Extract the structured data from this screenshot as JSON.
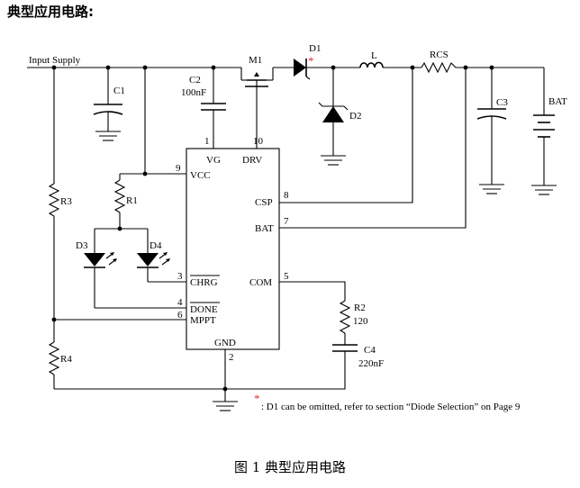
{
  "heading": "典型应用电路:",
  "caption": "图 1    典型应用电路",
  "labels": {
    "input_supply": "Input Supply",
    "C1": "C1",
    "C2": "C2",
    "C2_value": "100nF",
    "M1": "M1",
    "D1": "D1",
    "D1_mark": "*",
    "D2": "D2",
    "L": "L",
    "Rcs": "RCS",
    "C3": "C3",
    "BAT_node": "BAT",
    "R1": "R1",
    "R2": "R2",
    "R2_value": "120",
    "R3": "R3",
    "R4": "R4",
    "C4": "C4",
    "C4_value": "220nF",
    "D3": "D3",
    "D4": "D4"
  },
  "ic_pins": {
    "pin1": "1",
    "VG": "VG",
    "pin10": "10",
    "DRV": "DRV",
    "pin9": "9",
    "VCC": "VCC",
    "pin8": "8",
    "CSP": "CSP",
    "pin7": "7",
    "BAT": "BAT",
    "pin3": "3",
    "CHRG": "CHRG",
    "pin5": "5",
    "COM": "COM",
    "pin4": "4",
    "DONE": "DONE",
    "pin6": "6",
    "MPPT": "MPPT",
    "GND": "GND",
    "pin2": "2"
  },
  "footnote": {
    "mark": "*",
    "text": ": D1 can be omitted, refer to section “Diode Selection” on Page 9"
  },
  "colors": {
    "wire": "#000000",
    "asterisk": "#e0322d"
  }
}
